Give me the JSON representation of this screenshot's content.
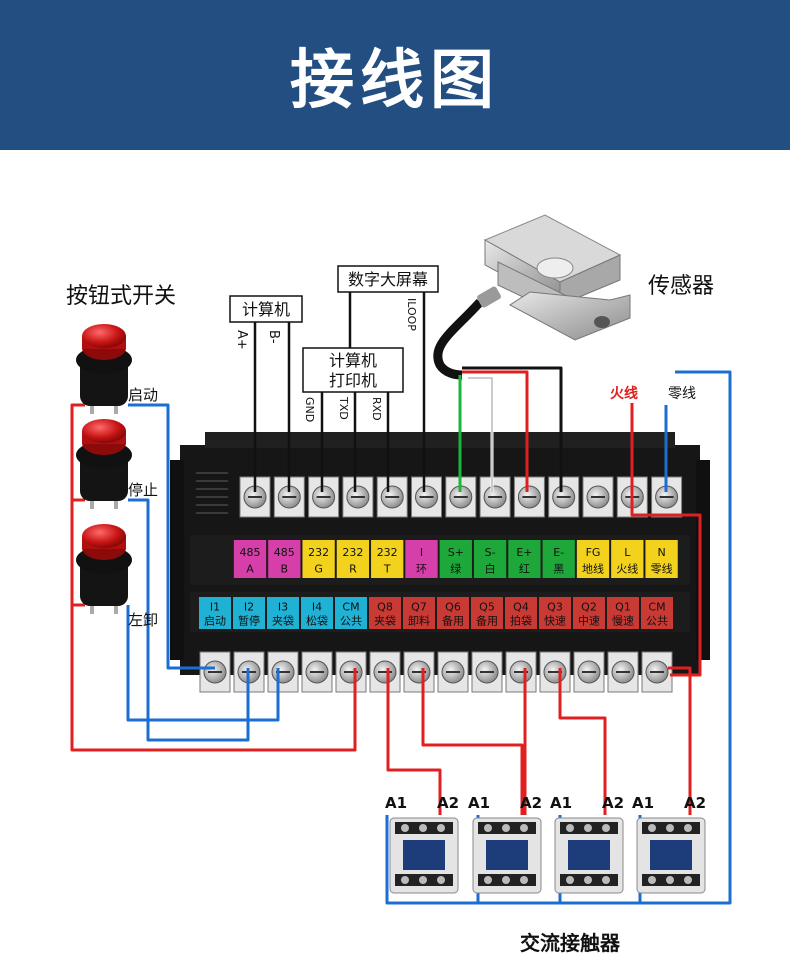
{
  "header": {
    "title": "接线图"
  },
  "labels": {
    "buttons_title": "按钮式开关",
    "sensor": "传感器",
    "live": "火线",
    "neutral": "零线",
    "contactors": "交流接触器",
    "computer": "计算机",
    "big_screen": "数字大屏幕",
    "computer_printer_1": "计算机",
    "computer_printer_2": "打印机",
    "pin_a_plus": "A+",
    "pin_b_minus": "B-",
    "pin_gnd": "GND",
    "pin_txd": "TXD",
    "pin_rxd": "RXD",
    "pin_iloop": "ILOOP"
  },
  "buttons": [
    {
      "label": "启动"
    },
    {
      "label": "停止"
    },
    {
      "label": "左卸"
    }
  ],
  "top_row": [
    {
      "t": "485",
      "b": "A",
      "color": "#d63ea9"
    },
    {
      "t": "485",
      "b": "B",
      "color": "#d63ea9"
    },
    {
      "t": "232",
      "b": "G",
      "color": "#f2d21d"
    },
    {
      "t": "232",
      "b": "R",
      "color": "#f2d21d"
    },
    {
      "t": "232",
      "b": "T",
      "color": "#f2d21d"
    },
    {
      "t": "I",
      "b": "环",
      "color": "#d63ea9"
    },
    {
      "t": "S+",
      "b": "绿",
      "color": "#1fa83a"
    },
    {
      "t": "S-",
      "b": "白",
      "color": "#1fa83a"
    },
    {
      "t": "E+",
      "b": "红",
      "color": "#1fa83a"
    },
    {
      "t": "E-",
      "b": "黑",
      "color": "#1fa83a"
    },
    {
      "t": "FG",
      "b": "地线",
      "color": "#f2d21d"
    },
    {
      "t": "L",
      "b": "火线",
      "color": "#f2d21d"
    },
    {
      "t": "N",
      "b": "零线",
      "color": "#f2d21d"
    }
  ],
  "bottom_row": [
    {
      "t": "I1",
      "b": "启动",
      "color": "#1fb2d4"
    },
    {
      "t": "I2",
      "b": "暂停",
      "color": "#1fb2d4"
    },
    {
      "t": "I3",
      "b": "夹袋",
      "color": "#1fb2d4"
    },
    {
      "t": "I4",
      "b": "松袋",
      "color": "#1fb2d4"
    },
    {
      "t": "CM",
      "b": "公共",
      "color": "#1fb2d4"
    },
    {
      "t": "Q8",
      "b": "夹袋",
      "color": "#c93a34"
    },
    {
      "t": "Q7",
      "b": "卸料",
      "color": "#c93a34"
    },
    {
      "t": "Q6",
      "b": "备用",
      "color": "#c93a34"
    },
    {
      "t": "Q5",
      "b": "备用",
      "color": "#c93a34"
    },
    {
      "t": "Q4",
      "b": "拍袋",
      "color": "#c93a34"
    },
    {
      "t": "Q3",
      "b": "快速",
      "color": "#c93a34"
    },
    {
      "t": "Q2",
      "b": "中速",
      "color": "#c93a34"
    },
    {
      "t": "Q1",
      "b": "慢速",
      "color": "#c93a34"
    },
    {
      "t": "CM",
      "b": "公共",
      "color": "#c93a34"
    }
  ],
  "contactor_terminals": [
    "A1",
    "A2"
  ],
  "colors": {
    "banner": "#234e82",
    "wire_red": "#e02020",
    "wire_blue": "#1a6fd0",
    "wire_green": "#1bb53a",
    "wire_black": "#111111",
    "live_label": "#e02020"
  }
}
